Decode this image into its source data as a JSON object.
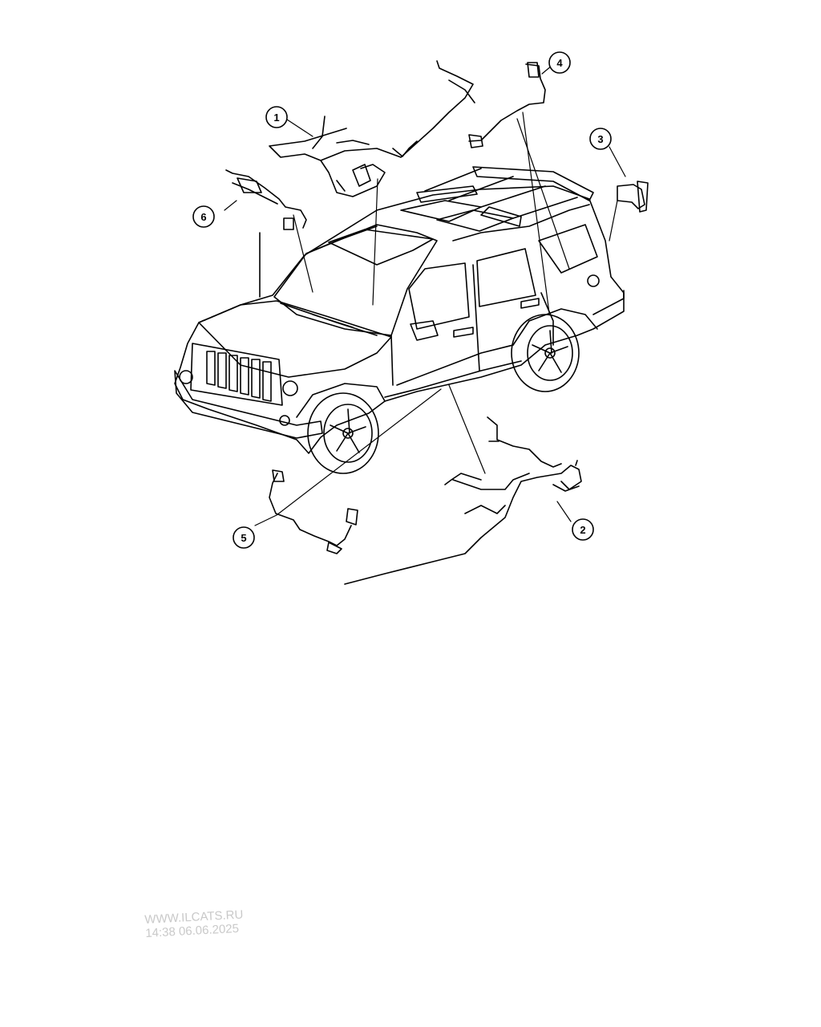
{
  "diagram": {
    "callouts": [
      {
        "id": "1",
        "label": "1"
      },
      {
        "id": "2",
        "label": "2"
      },
      {
        "id": "3",
        "label": "3"
      },
      {
        "id": "4",
        "label": "4"
      },
      {
        "id": "5",
        "label": "5"
      },
      {
        "id": "6",
        "label": "6"
      }
    ]
  },
  "watermark": {
    "site": "WWW.ILCATS.RU",
    "timestamp": "14:38 06.06.2025"
  },
  "colors": {
    "line": "#000000",
    "background": "#ffffff",
    "watermark": "#c9c9c9"
  }
}
